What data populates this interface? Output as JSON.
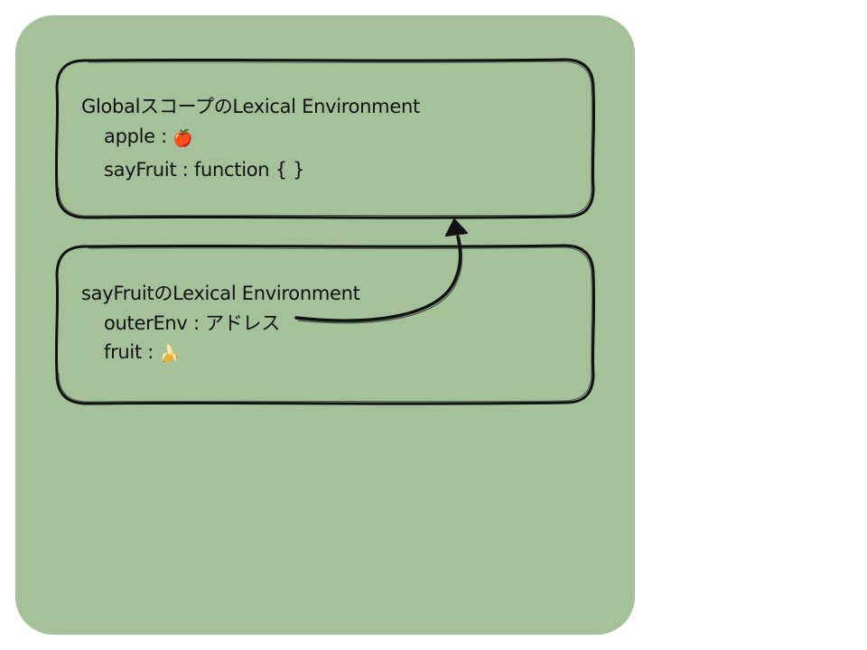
{
  "colors": {
    "panel": "#a4c19a",
    "stroke": "#111111",
    "background": "#ffffff"
  },
  "global_env": {
    "title": "GlobalスコープのLexical Environment",
    "rows": [
      {
        "key": "apple",
        "sep": " : ",
        "value": "🍎"
      },
      {
        "key": "sayFruit",
        "sep": " : ",
        "value": "function { }"
      }
    ]
  },
  "sayfruit_env": {
    "title": "sayFruitのLexical Environment",
    "rows": [
      {
        "key": "outerEnv",
        "sep": " : ",
        "value": "アドレス"
      },
      {
        "key": "fruit",
        "sep": " : ",
        "value": "🍌"
      }
    ]
  },
  "arrow": {
    "from": "sayfruit_env.rows.0",
    "to": "global_env"
  }
}
